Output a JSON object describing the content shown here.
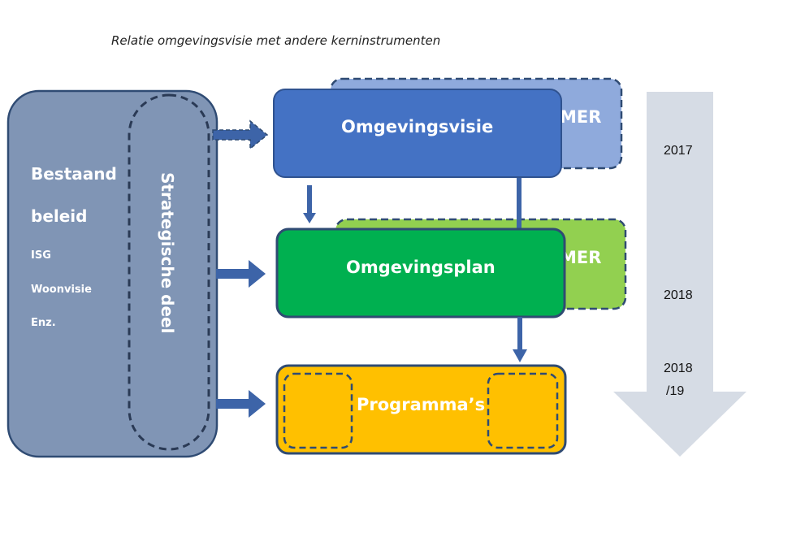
{
  "title": "Relatie omgevingsvisie met andere kerninstrumenten",
  "left_block": {
    "line1": "Bestaand",
    "line2": "beleid",
    "items": [
      "ISG",
      "Woonvisie",
      "Enz."
    ],
    "vertical_label": "Strategische deel"
  },
  "boxes": {
    "omgevingsvisie": "Omgevingsvisie",
    "omgevingsplan": "Omgevingsplan",
    "programmas": "Programma’s",
    "mer_top": "MER",
    "mer_mid": "MER"
  },
  "timeline": {
    "years": [
      "2017",
      "2018",
      "2018",
      "/19"
    ]
  },
  "colors": {
    "left_block": "#8095b5",
    "left_border": "#2f4b73",
    "omgevingsvisie": "#4472c4",
    "mer_top": "#8faadc",
    "omgevingsplan": "#00b050",
    "mer_mid": "#92d050",
    "programmas": "#ffc000",
    "arrow": "#3d64a8",
    "timeline_arrow": "#d6dce5",
    "dash": "#2f4b73"
  }
}
